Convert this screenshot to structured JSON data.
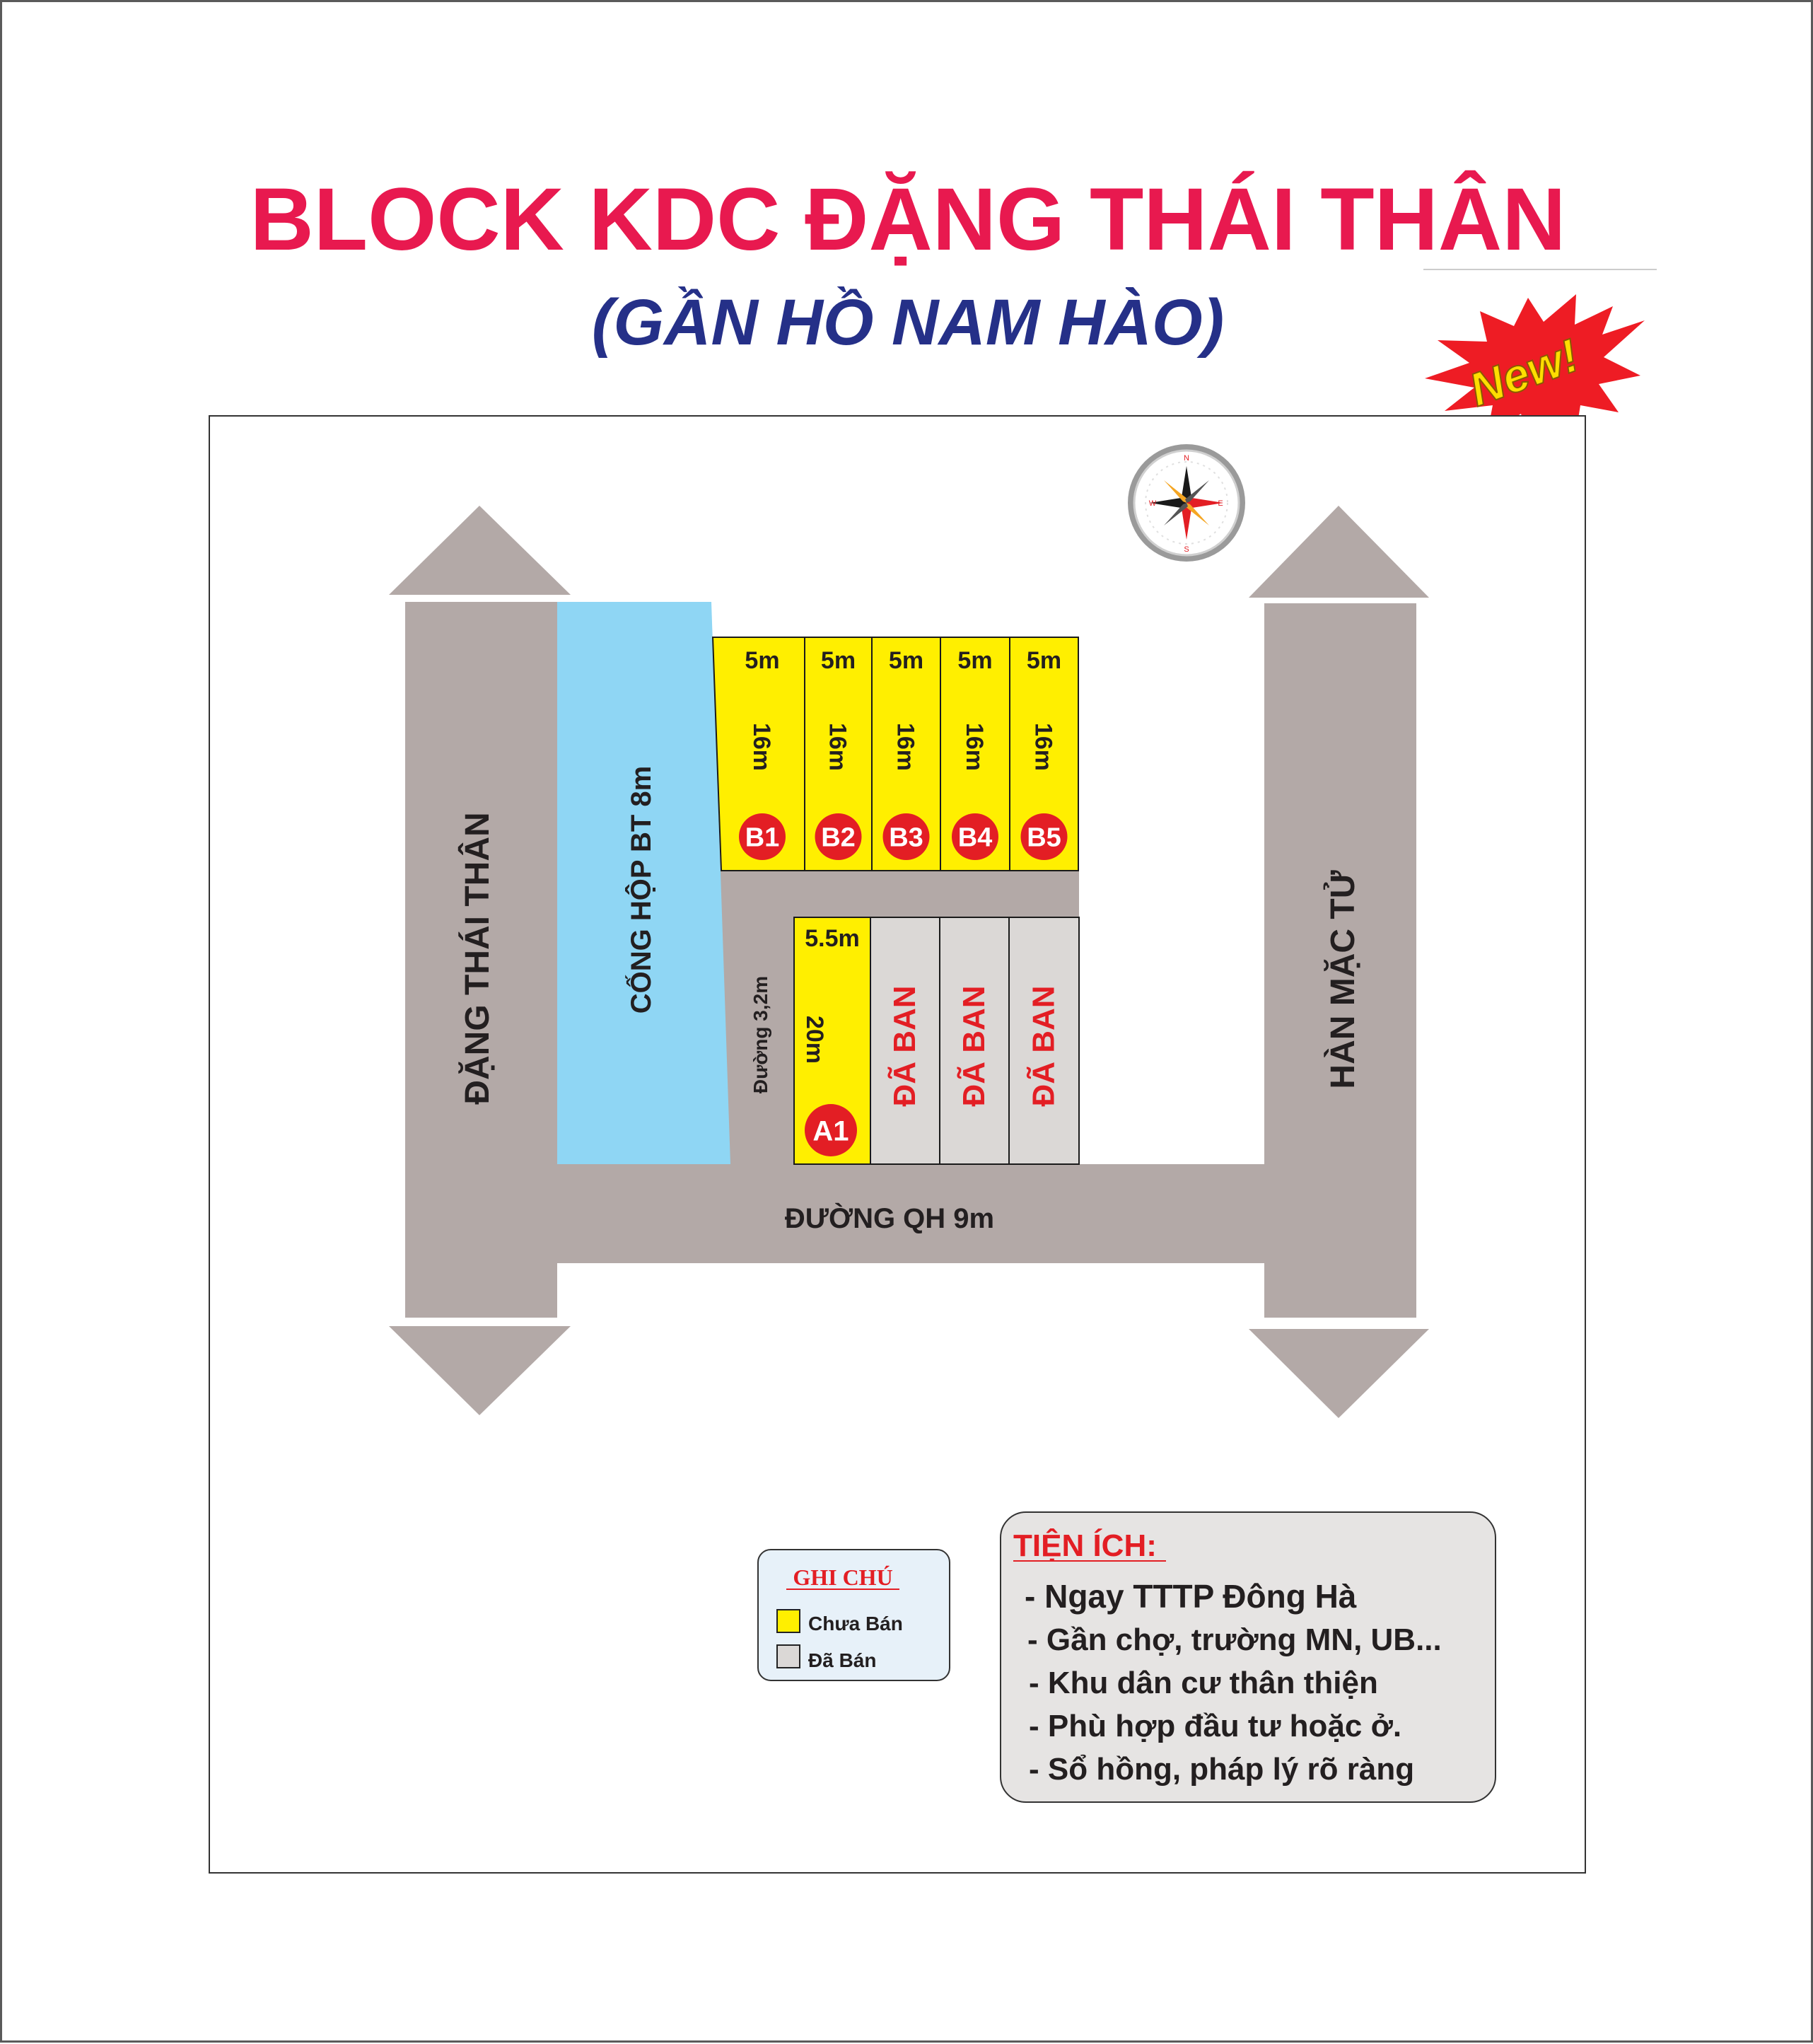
{
  "title": "BLOCK KDC ĐẶNG THÁI THÂN",
  "subtitle": "(GẦN HỒ NAM HÀO)",
  "new_badge": "New!",
  "compass": {
    "n": "N",
    "s": "S",
    "e": "E",
    "w": "W"
  },
  "roads": {
    "left": "ĐẶNG THÁI THÂN",
    "right": "HÀN MẶC TỬ",
    "bottom": "ĐƯỜNG QH 9m",
    "inner": "Đường 3,2m",
    "culvert": "CỐNG HỘP BT 8m"
  },
  "lots_top": [
    {
      "id": "B1",
      "width": "5m",
      "depth": "16m",
      "status": "Chưa Bán"
    },
    {
      "id": "B2",
      "width": "5m",
      "depth": "16m",
      "status": "Chưa Bán"
    },
    {
      "id": "B3",
      "width": "5m",
      "depth": "16m",
      "status": "Chưa Bán"
    },
    {
      "id": "B4",
      "width": "5m",
      "depth": "16m",
      "status": "Chưa Bán"
    },
    {
      "id": "B5",
      "width": "5m",
      "depth": "16m",
      "status": "Chưa Bán"
    }
  ],
  "lot_a1": {
    "id": "A1",
    "width": "5.5m",
    "depth": "20m",
    "status": "Chưa Bán"
  },
  "sold_label": "ĐÃ BAN",
  "sold_lots": [
    "ĐÃ BAN",
    "ĐÃ BAN",
    "ĐÃ BAN"
  ],
  "legend": {
    "title": "GHI CHÚ",
    "items": [
      {
        "label": "Chưa Bán",
        "color": "#ffef00"
      },
      {
        "label": "Đã Bán",
        "color": "#dbd8d6"
      }
    ]
  },
  "amenities": {
    "title": "TIỆN ÍCH:",
    "items": [
      "- Ngay TTTP Đông Hà",
      "- Gần chợ, trường MN, UB...",
      "- Khu dân cư thân thiện",
      "- Phù hợp đầu tư hoặc ở.",
      "- Sổ hồng, pháp lý rõ ràng"
    ]
  },
  "colors": {
    "title_red": "#e8194f",
    "subtitle_blue": "#253088",
    "road_gray": "#b3a9a7",
    "culvert_blue": "#8fd6f4",
    "lot_yellow": "#ffef00",
    "lot_sold": "#dbd8d6",
    "lot_marker_red": "#e31e24"
  }
}
